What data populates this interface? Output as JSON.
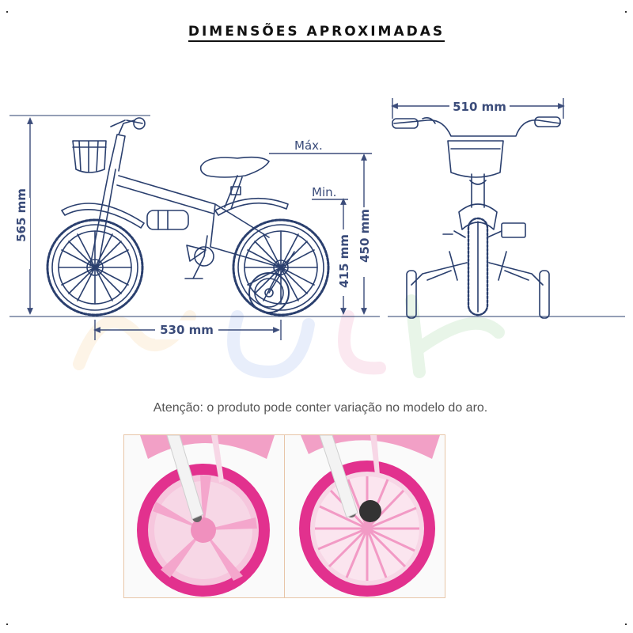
{
  "header": {
    "title": "DIMENSÕES APROXIMADAS"
  },
  "side_view": {
    "max_label": "Máx.",
    "min_label": "Min.",
    "total_height": "565 mm",
    "seat_max_height": "450 mm",
    "seat_min_height": "415 mm",
    "length": "530 mm"
  },
  "front_view": {
    "handlebar_width": "510 mm"
  },
  "notice": {
    "text": "Atenção: o produto pode conter variação no modelo do aro."
  },
  "colors": {
    "line": "#2a3f6e",
    "dimension": "#3b4c7a",
    "wheel_pink": "#e0308a",
    "rim_pink": "#f4a6cc"
  },
  "photos": [
    {
      "name": "wheel-star-rim"
    },
    {
      "name": "wheel-spoke-rim"
    }
  ]
}
